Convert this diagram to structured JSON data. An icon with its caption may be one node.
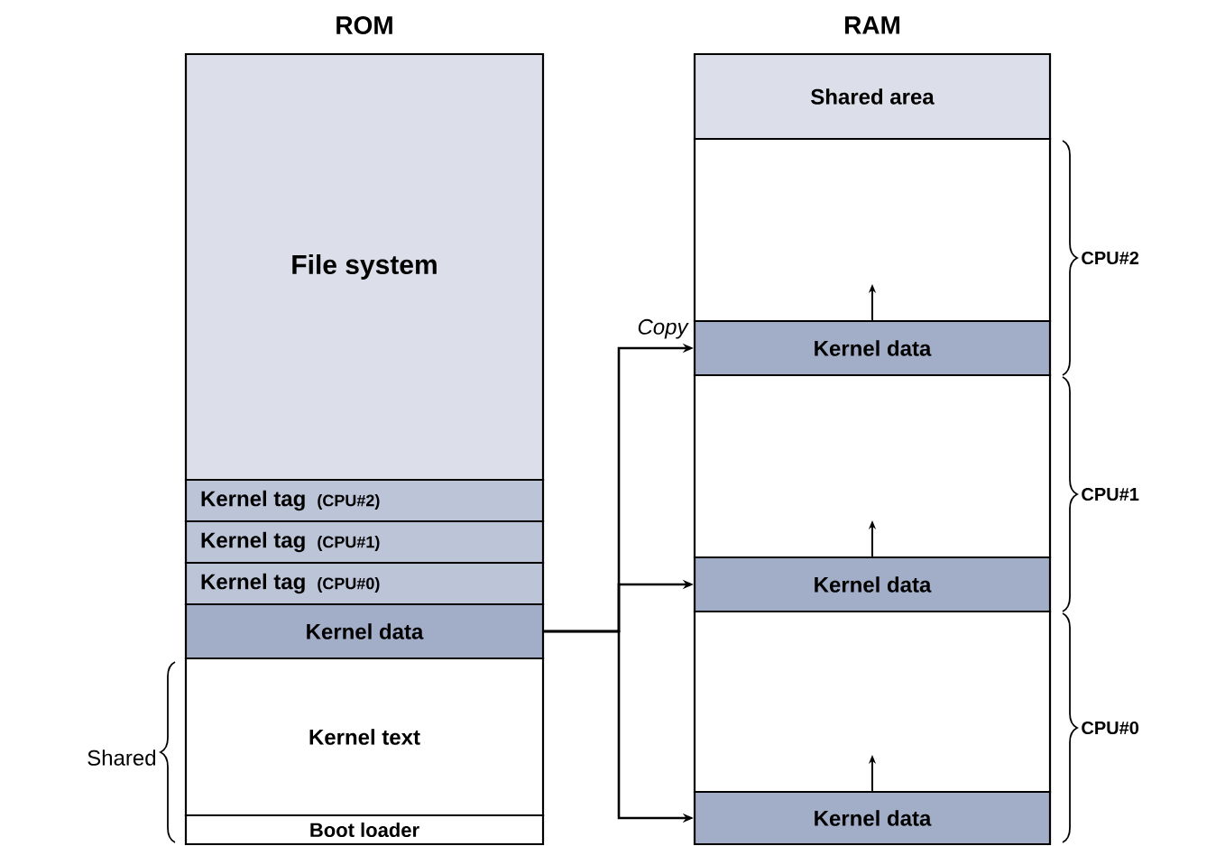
{
  "diagram": {
    "nodes": [
      {
        "text": [
          "File system"
        ]
      },
      {
        "text": [
          "Kernel tag",
          "(CPU#2)"
        ]
      },
      {
        "text": [
          "Kernel tag",
          "(CPU#1)"
        ]
      },
      {
        "text": [
          "Kernel tag",
          "(CPU#0)"
        ]
      },
      {
        "text": [
          "Kernel data"
        ]
      },
      {
        "text": [
          "Kernel text"
        ]
      },
      {
        "text": [
          "Boot loader"
        ]
      },
      {
        "text": [
          "Shared area"
        ]
      },
      {
        "text": [],
        "shape": "box"
      },
      {
        "text": [
          "Kernel data"
        ]
      },
      {
        "text": [],
        "shape": "box"
      },
      {
        "text": [
          "Kernel data"
        ]
      },
      {
        "text": [],
        "shape": "box"
      },
      {
        "text": [
          "Kernel data"
        ]
      }
    ],
    "edges": [
      {
        "from": 4,
        "to": 9,
        "arrow": "to",
        "label": "Copy"
      },
      {
        "from": 4,
        "to": 11,
        "arrow": "to"
      },
      {
        "from": 4,
        "to": 13,
        "arrow": "to"
      },
      {
        "from": 9,
        "to": 8,
        "arrow": "to"
      },
      {
        "from": 11,
        "to": 10,
        "arrow": "to"
      },
      {
        "from": 13,
        "to": 12,
        "arrow": "to"
      }
    ],
    "labels": [
      "ROM",
      "RAM",
      "CPU#2",
      "CPU#1",
      "CPU#0",
      "Shared"
    ]
  }
}
